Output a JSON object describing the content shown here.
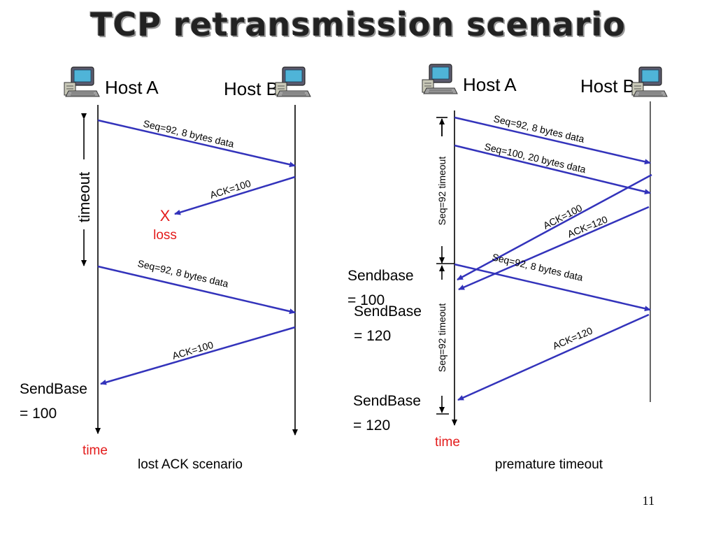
{
  "title": "TCP retransmission scenario",
  "page_number": "11",
  "colors": {
    "arrow": "#3333bb",
    "accent": "#e31b1b",
    "line": "#000000"
  },
  "left": {
    "host_a": "Host A",
    "host_b": "Host B",
    "msg1": "Seq=92, 8 bytes data",
    "ack1": "ACK=100",
    "loss_mark": "X",
    "loss_label": "loss",
    "timeout_label": "timeout",
    "msg2": "Seq=92, 8 bytes data",
    "ack2": "ACK=100",
    "sendbase_line1": "SendBase",
    "sendbase_line2": "= 100",
    "time_label": "time",
    "caption": "lost ACK scenario"
  },
  "right": {
    "host_a": "Host A",
    "host_b": "Host B",
    "msg1": "Seq=92, 8 bytes data",
    "msg2": "Seq=100, 20 bytes data",
    "ack1": "ACK=100",
    "ack2": "ACK=120",
    "timeout1": "Seq=92 timeout",
    "timeout2": "Seq=92 timeout",
    "sendbase1_line1": "Sendbase",
    "sendbase1_line2": "= 100",
    "sendbase2_line1": "SendBase",
    "sendbase2_line2": "= 120",
    "msg3": "Seq=92, 8 bytes data",
    "ack3": "ACK=120",
    "sendbase3_line1": "SendBase",
    "sendbase3_line2": "= 120",
    "time_label": "time",
    "caption": "premature timeout"
  }
}
